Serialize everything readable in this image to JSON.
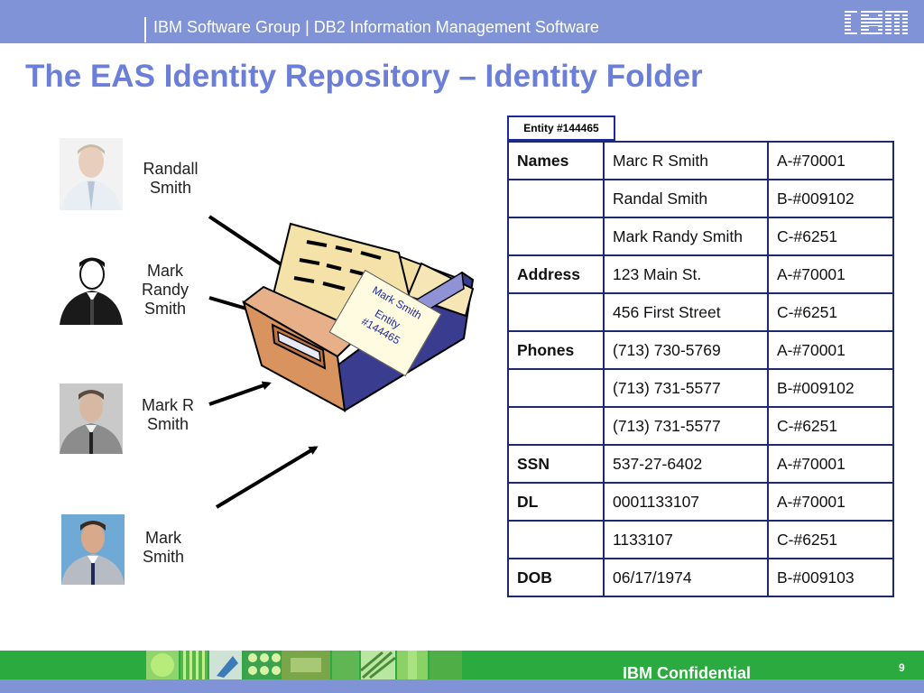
{
  "header": {
    "text": "IBM Software Group | DB2 Information Management Software",
    "logo": "IBM"
  },
  "slide": {
    "title": "The EAS Identity Repository – Identity Folder"
  },
  "people": [
    {
      "name": "Randall Smith",
      "line1": "Randall",
      "line2": "Smith",
      "line3": ""
    },
    {
      "name": "Mark Randy Smith",
      "line1": "Mark",
      "line2": "Randy",
      "line3": "Smith"
    },
    {
      "name": "Mark R Smith",
      "line1": "Mark R",
      "line2": "Smith",
      "line3": ""
    },
    {
      "name": "Mark Smith",
      "line1": "Mark",
      "line2": "Smith",
      "line3": ""
    }
  ],
  "folder_card": {
    "line1": "Mark Smith",
    "line2": "Entity",
    "line3": "#144465"
  },
  "entity_label": "Entity #144465",
  "table": {
    "rows": [
      {
        "field": "Names",
        "value": "Marc R Smith",
        "source": "A-#70001"
      },
      {
        "field": "",
        "value": "Randal Smith",
        "source": "B-#009102"
      },
      {
        "field": "",
        "value": "Mark Randy Smith",
        "source": "C-#6251"
      },
      {
        "field": "Address",
        "value": "123 Main St.",
        "source": "A-#70001"
      },
      {
        "field": "",
        "value": "456 First Street",
        "source": "C-#6251"
      },
      {
        "field": "Phones",
        "value": "(713) 730-5769",
        "source": "A-#70001"
      },
      {
        "field": "",
        "value": "(713) 731-5577",
        "source": "B-#009102"
      },
      {
        "field": "",
        "value": "(713) 731-5577",
        "source": "C-#6251"
      },
      {
        "field": "SSN",
        "value": "537-27-6402",
        "source": "A-#70001"
      },
      {
        "field": "DL",
        "value": "0001133107",
        "source": "A-#70001"
      },
      {
        "field": "",
        "value": "1133107",
        "source": "C-#6251"
      },
      {
        "field": "DOB",
        "value": "06/17/1974",
        "source": "B-#009103"
      }
    ]
  },
  "footer": {
    "confidential": "IBM Confidential",
    "page": "9"
  },
  "colors": {
    "header_bar": "#7f93d6",
    "title": "#6b7fd8",
    "footer_green": "#2aaa3f",
    "table_border": "#1e2a70"
  }
}
